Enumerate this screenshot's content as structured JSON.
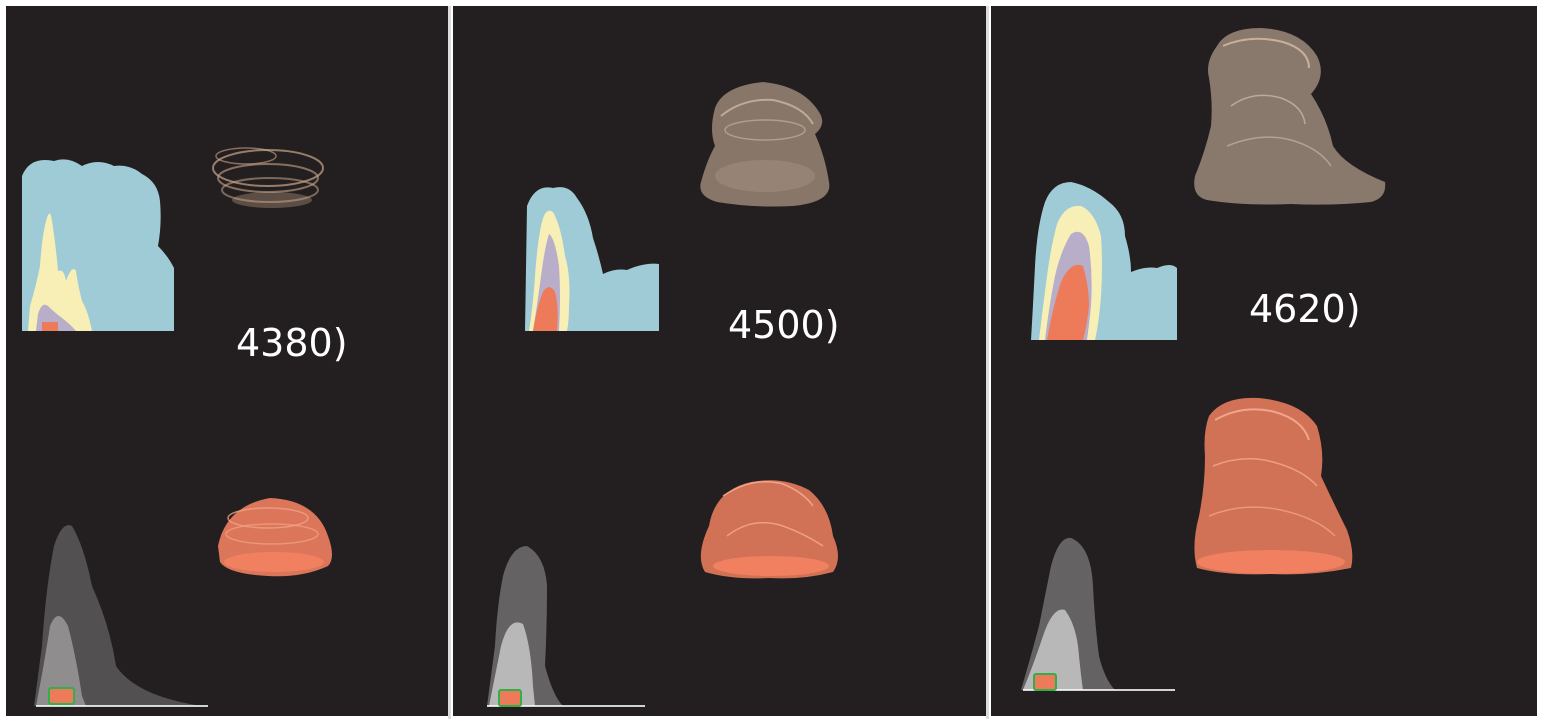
{
  "figure": {
    "panels": [
      {
        "id": "t1",
        "label": "4380)"
      },
      {
        "id": "t2",
        "label": "4500)"
      },
      {
        "id": "t3",
        "label": "4620)"
      }
    ]
  },
  "colors": {
    "panel_background": "#231f20",
    "histogram_blue": "#9ecbd6",
    "histogram_yellow": "#f7efb5",
    "histogram_lavender": "#b9aec9",
    "histogram_red": "#ed7a58",
    "plume_tan": "#c9a58a",
    "plume_orange": "#f08060",
    "scatter_points": "#ffffff",
    "selection_box": "#2fb04a"
  },
  "icons": {
    "top_left": "2d-histogram-plot",
    "top_right": "volume-render-tan-plume",
    "bottom_left": "scatter-plot-with-selection-box",
    "bottom_right": "volume-render-orange-plume"
  }
}
